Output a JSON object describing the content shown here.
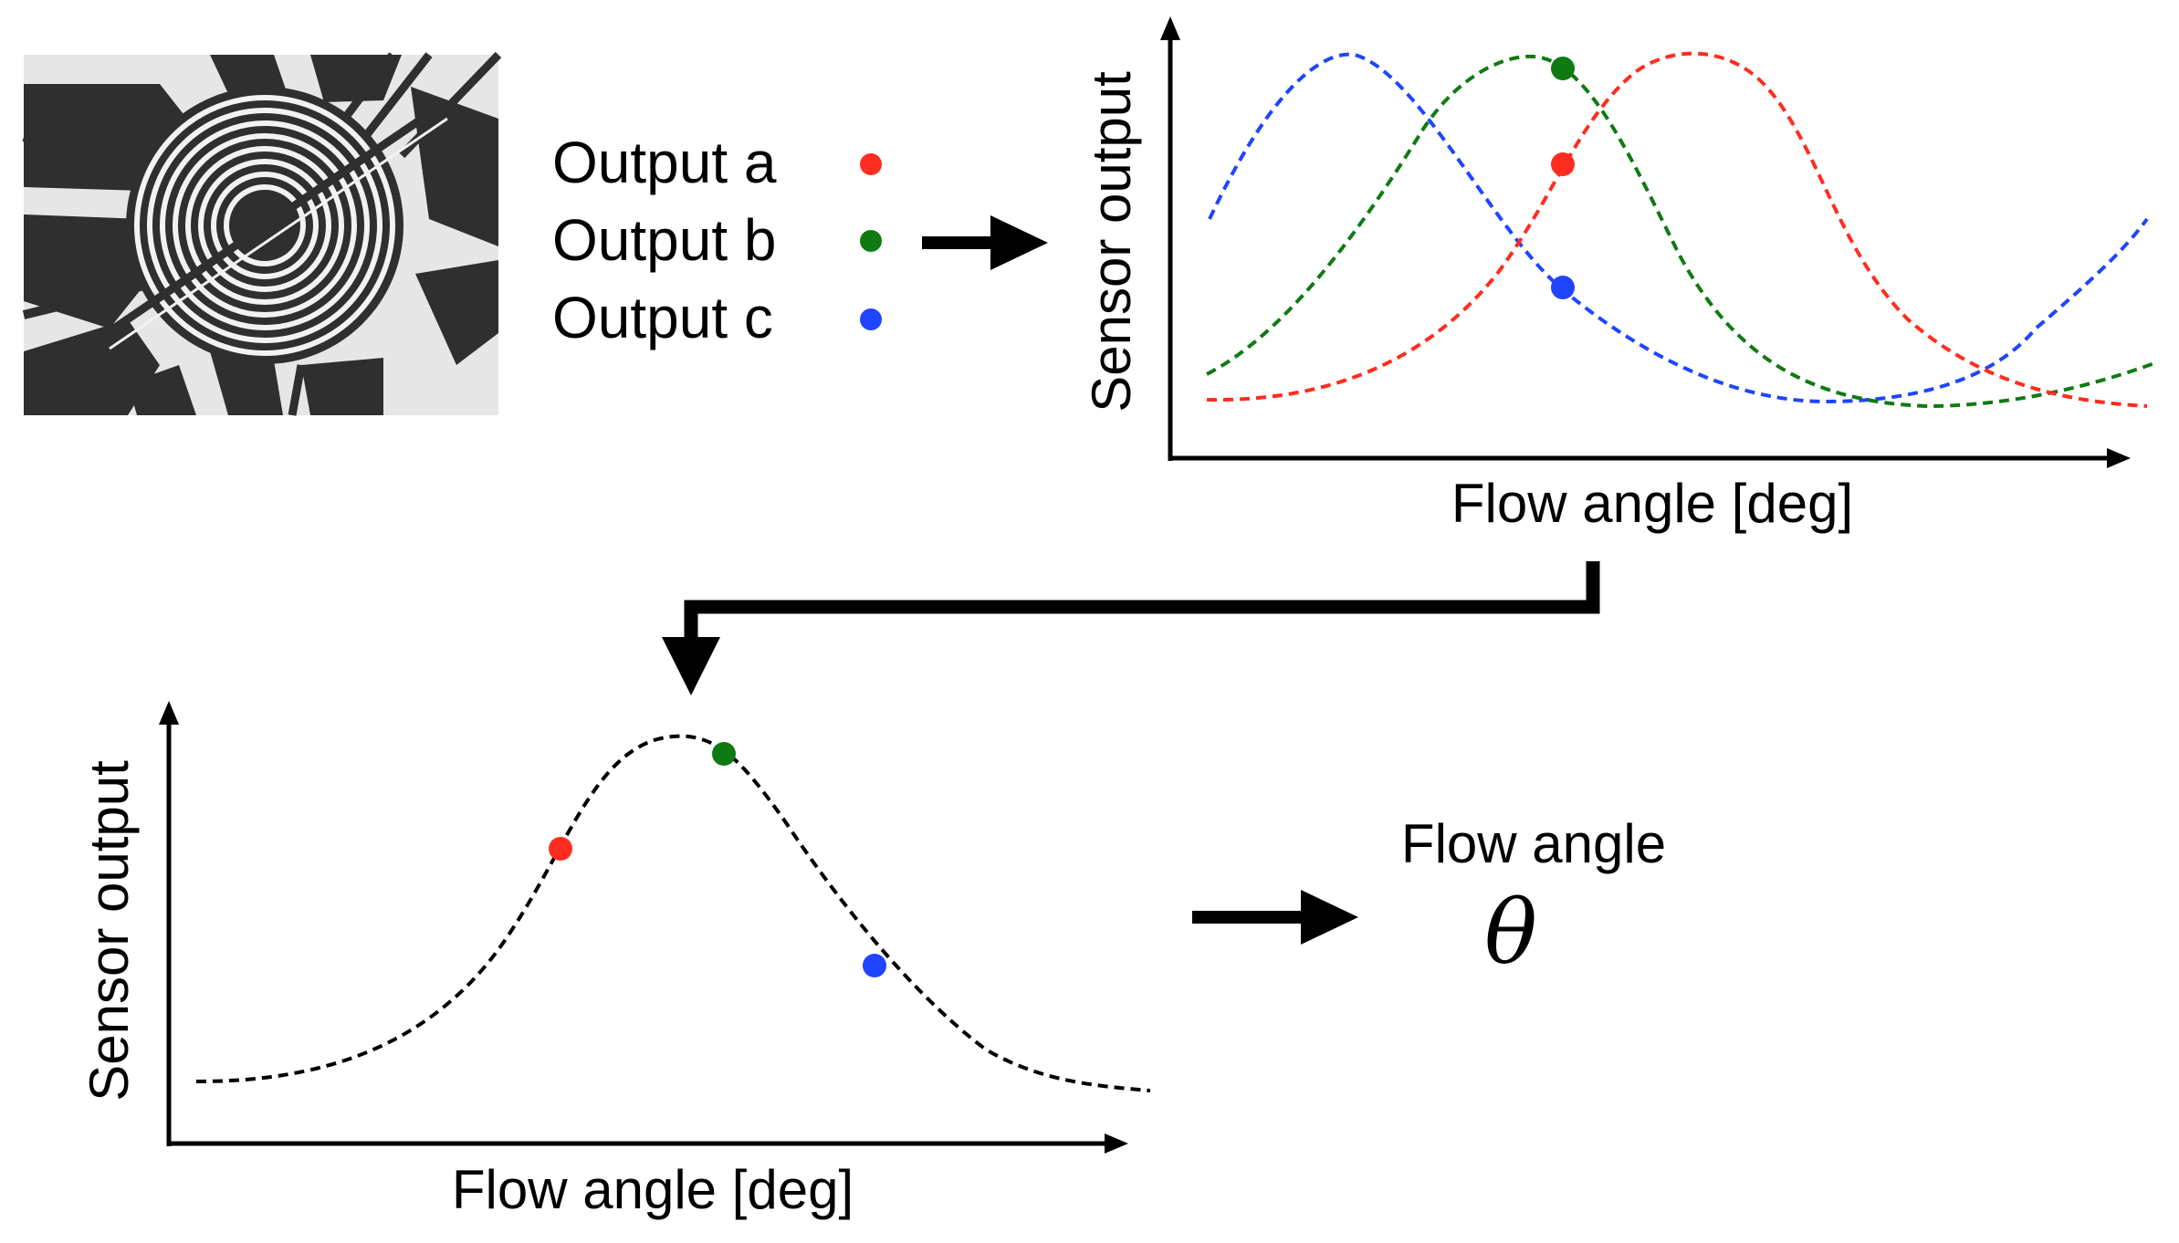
{
  "legend": [
    {
      "label": "Output a",
      "color": "#ff2d20"
    },
    {
      "label": "Output b",
      "color": "#0f7a12"
    },
    {
      "label": "Output c",
      "color": "#1f45ff"
    }
  ],
  "top_plot": {
    "xlabel": "Flow angle [deg]",
    "ylabel": "Sensor output"
  },
  "bottom_plot": {
    "xlabel": "Flow angle [deg]",
    "ylabel": "Sensor output"
  },
  "result": {
    "label": "Flow angle",
    "symbol": "θ"
  },
  "colors": {
    "curve_a": "#ff2d20",
    "curve_b": "#0f7a12",
    "curve_c": "#1f45ff",
    "fit_curve": "#000000",
    "arrow": "#000000"
  },
  "icons": {
    "sensor_image": "sensor-micrograph-icon",
    "arrows": "right-arrow-icon, elbow-down-arrow-icon"
  }
}
